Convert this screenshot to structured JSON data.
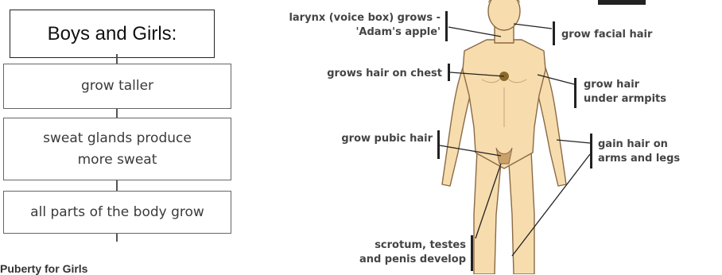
{
  "left_panel": {
    "header": "Boys and Girls:",
    "boxes": [
      "grow taller",
      "sweat glands produce\nmore sweat",
      "all parts of the body grow"
    ],
    "cut_off_heading": "Puberty for Girls"
  },
  "diagram": {
    "labels_left": [
      "larynx (voice box) grows -\n'Adam's apple'",
      "grows hair on chest",
      "grow pubic hair",
      "scrotum, testes\nand penis develop"
    ],
    "labels_right": [
      "grow facial hair",
      "grow hair\nunder armpits",
      "gain hair on\narms and legs"
    ]
  },
  "colors": {
    "skin": "#f7dcae",
    "skin_outline": "#8a6a45",
    "hair": "#8a6a2a",
    "line": "#222222"
  }
}
